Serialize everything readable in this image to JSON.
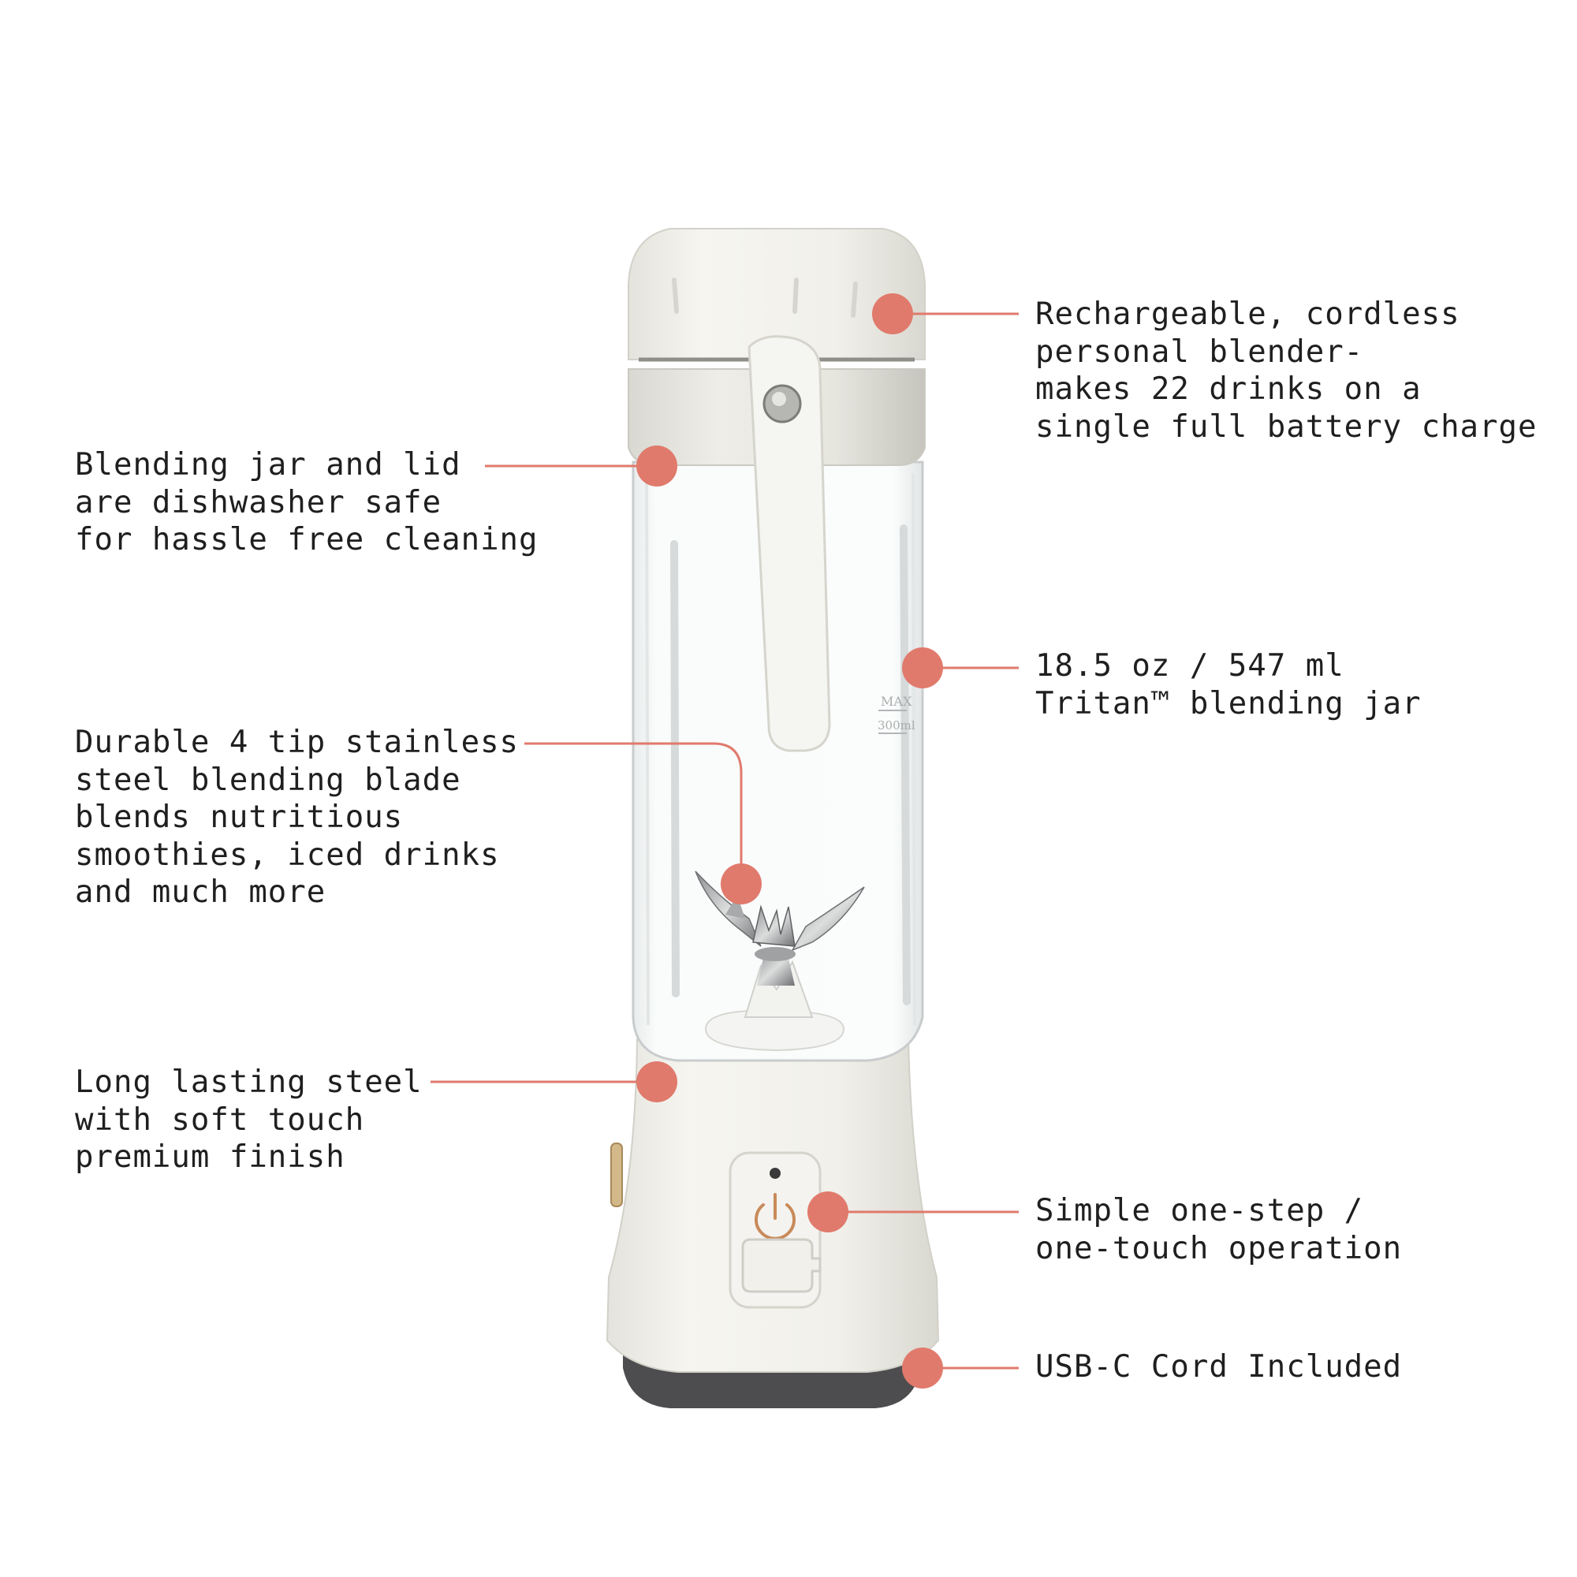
{
  "colors": {
    "accent": "#e07a6c",
    "blender_body": "#f1f0ea",
    "blender_shadow": "#d8d6ce",
    "base_ring": "#4d4d4f",
    "glass_edge": "#c9cccd",
    "power_icon": "#c98a5a",
    "text": "#1f1f1f"
  },
  "product": {
    "jar_markings": [
      "MAX",
      "300ml"
    ]
  },
  "callouts": {
    "rechargeable": {
      "lines": [
        "Rechargeable, cordless",
        "personal blender-",
        "makes 22 drinks on a",
        "single full battery charge"
      ]
    },
    "dishwasher": {
      "lines": [
        "Blending jar and lid",
        "are dishwasher safe",
        "for hassle free cleaning"
      ]
    },
    "capacity": {
      "lines": [
        "18.5 oz / 547 ml",
        "Tritan™ blending jar"
      ]
    },
    "blade": {
      "lines": [
        "Durable 4 tip stainless",
        "steel blending blade",
        "blends nutritious",
        "smoothies, iced drinks",
        "and much more"
      ]
    },
    "finish": {
      "lines": [
        "Long lasting steel",
        "with soft touch",
        "premium finish"
      ]
    },
    "operation": {
      "lines": [
        "Simple one-step /",
        "one-touch operation"
      ]
    },
    "usb": {
      "lines": [
        "USB-C Cord Included"
      ]
    }
  }
}
